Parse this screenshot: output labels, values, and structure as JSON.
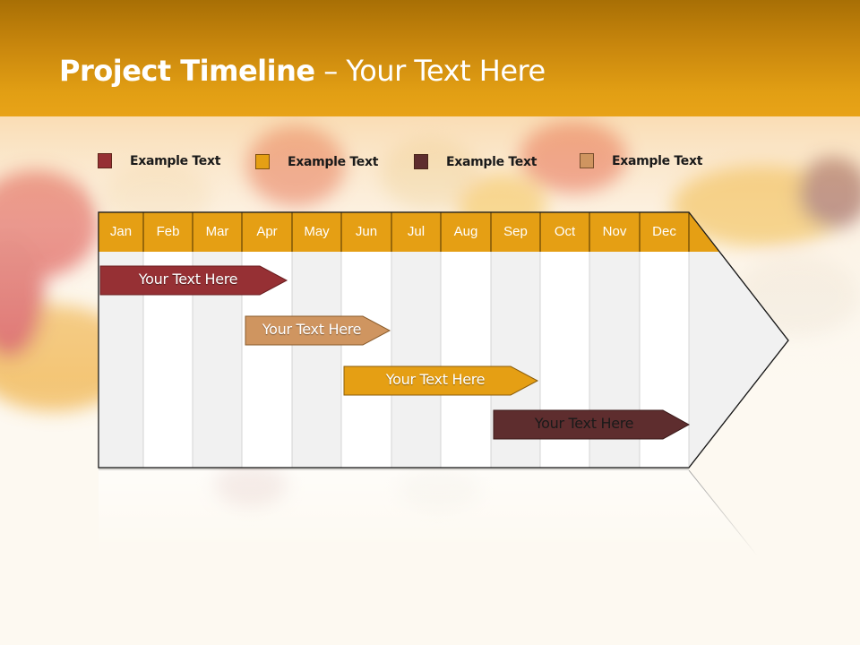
{
  "slide": {
    "title_bold": "Project Timeline",
    "title_rest": " – Your Text Here",
    "colors": {
      "header_top": "#a86f05",
      "header_bottom": "#e8a318",
      "accent_orange": "#e59f14",
      "red": "#963034",
      "dark_brown": "#5e2d2e",
      "tan": "#cf9560",
      "grid_light": "#f1f1f1",
      "grid_white": "#ffffff"
    }
  },
  "legend": [
    {
      "label": "Example Text",
      "color": "#963034"
    },
    {
      "label": "Example Text",
      "color": "#e59f14"
    },
    {
      "label": "Example Text",
      "color": "#5e2d2e"
    },
    {
      "label": "Example Text",
      "color": "#cf9560"
    }
  ],
  "timeline": {
    "months": [
      "Jan",
      "Feb",
      "Mar",
      "Apr",
      "May",
      "Jun",
      "Jul",
      "Aug",
      "Sep",
      "Oct",
      "Nov",
      "Dec"
    ],
    "bars": [
      {
        "label": "Your  Text Here",
        "color": "#963034",
        "text_color": "#ffffff",
        "start_month": "Jan",
        "end_month": "Apr"
      },
      {
        "label": "Your  Text Here",
        "color": "#cf9560",
        "text_color": "#ffffff",
        "start_month": "Apr",
        "end_month": "Jun"
      },
      {
        "label": "Your  Text Here",
        "color": "#e59f14",
        "text_color": "#ffffff",
        "start_month": "Jun",
        "end_month": "Sep"
      },
      {
        "label": "Your  Text Here",
        "color": "#5e2d2e",
        "text_color": "#1a1a1a",
        "start_month": "Sep",
        "end_month": "Dec"
      }
    ]
  }
}
